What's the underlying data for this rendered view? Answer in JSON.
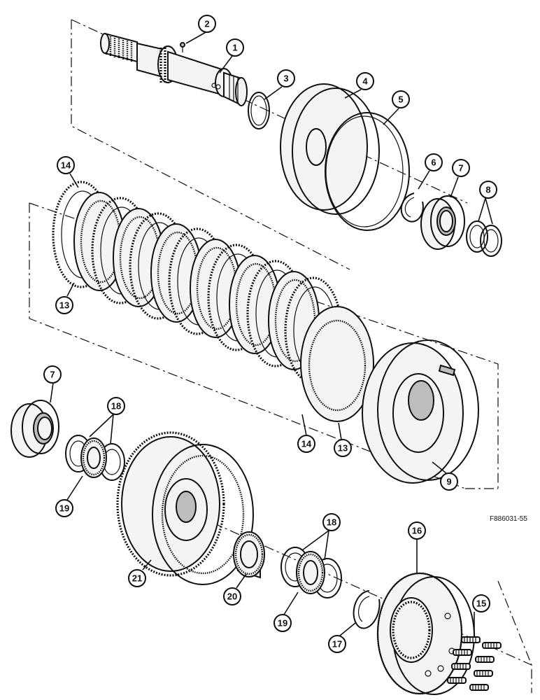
{
  "figure_code": "F886031-55",
  "callouts": [
    {
      "id": "c1",
      "label": "1"
    },
    {
      "id": "c2",
      "label": "2"
    },
    {
      "id": "c3",
      "label": "3"
    },
    {
      "id": "c4",
      "label": "4"
    },
    {
      "id": "c5",
      "label": "5"
    },
    {
      "id": "c6",
      "label": "6"
    },
    {
      "id": "c7a",
      "label": "7"
    },
    {
      "id": "c8",
      "label": "8"
    },
    {
      "id": "c14a",
      "label": "14"
    },
    {
      "id": "c13a",
      "label": "13"
    },
    {
      "id": "c7b",
      "label": "7"
    },
    {
      "id": "c18a",
      "label": "18"
    },
    {
      "id": "c19a",
      "label": "19"
    },
    {
      "id": "c14b",
      "label": "14"
    },
    {
      "id": "c13b",
      "label": "13"
    },
    {
      "id": "c9",
      "label": "9"
    },
    {
      "id": "c21",
      "label": "21"
    },
    {
      "id": "c20",
      "label": "20"
    },
    {
      "id": "c18b",
      "label": "18"
    },
    {
      "id": "c19b",
      "label": "19"
    },
    {
      "id": "c16",
      "label": "16"
    },
    {
      "id": "c15",
      "label": "15"
    },
    {
      "id": "c17",
      "label": "17"
    }
  ]
}
